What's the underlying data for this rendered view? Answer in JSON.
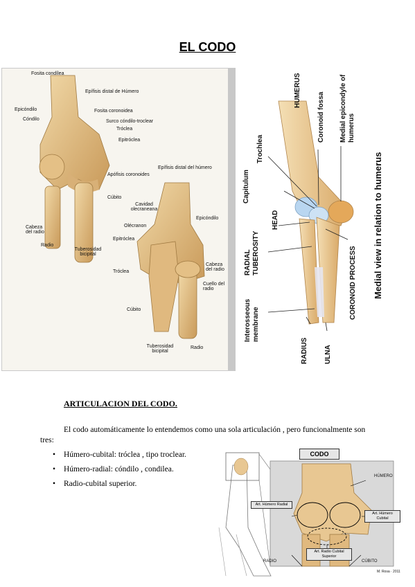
{
  "page_title": "EL CODO",
  "figure_left": {
    "labels": {
      "fosita_condilea": "Fosita condílea",
      "epifisis_distal_top": "Epífisis distal de Húmero",
      "epicondilo_left": "Epicóndilo",
      "condilo": "Cóndilo",
      "fosita_coronoidea": "Fosita coronoidea",
      "surco": "Surco cóndilo-troclear",
      "troclea_top": "Tróclea",
      "epitroclea_top": "Epitróclea",
      "apofisis_coronoides": "Apófisis coronoides",
      "epifisis_distal_bottom": "Epífisis distal del húmero",
      "cubito_top": "Cúbito",
      "cabeza_radio_left": "Cabeza del radio",
      "radio_left": "Radio",
      "tuberosidad_left": "Tuberosidad bicipital",
      "cavidad_olecraneana": "Cavidad olecraneana",
      "olecranon": "Olécranon",
      "epitroclea_bottom": "Epitróclea",
      "epicondilo_right": "Epicóndilo",
      "troclea_bottom": "Tróclea",
      "cabeza_radio_right": "Cabeza del radio",
      "cuello_radio": "Cuello del radio",
      "cubito_bottom": "Cúbito",
      "tuberosidad_bottom": "Tuberosidad bicipital",
      "radio_bottom": "Radio"
    }
  },
  "figure_right": {
    "labels": {
      "humerus": "HUMERUS",
      "coronoid_fossa": "Coronoid fossa",
      "medial_epicondyle": "Medial epicondyle of humerus",
      "trochlea": "Trochlea",
      "capitulum": "Capitulum",
      "head": "HEAD",
      "radial_tuberosity": "RADIAL TUBEROSITY",
      "coronoid_process": "CORONOID PROCESS",
      "interosseous": "Interosseous membrane",
      "radius": "RADIUS",
      "ulna": "ULNA",
      "medial_view": "Medial view in relation to humerus"
    }
  },
  "section_heading": "ARTICULACION DEL CODO.",
  "paragraph": "El codo automáticamente lo entendemos como una sola articulación , pero funcionalmente son tres:",
  "bullets": [
    "Húmero-cubital: tróclea , tipo troclear.",
    "Húmero-radial: cóndilo , condilea.",
    "Radio-cubital superior."
  ],
  "figure_bottom": {
    "title": "CODO",
    "humero": "HÚMERO",
    "art_humero_radial": "Art. Húmero Radial",
    "art_humero_cubital": "Art. Húmero Cubital",
    "art_radio_cubital": "Art. Radio Cubital Superior",
    "radio": "RADIO",
    "cubito": "CÚBITO",
    "credit": "M. Rosa · 2011"
  },
  "colors": {
    "bone": "#e8c792",
    "bone_shadow": "#c99a5a",
    "cartilage": "#b9d6f0",
    "text": "#000000"
  }
}
